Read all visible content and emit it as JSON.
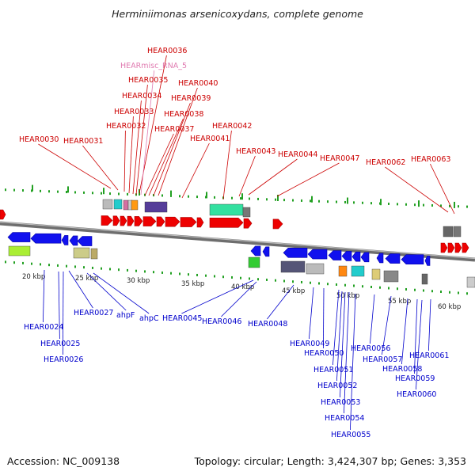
{
  "title": "Herminiimonas arsenicoxydans, complete genome",
  "accession": "Accession: NC_009138",
  "stats": "Topology: circular; Length: 3,424,307 bp; Genes: 3,353",
  "colors": {
    "top_label": "#cc0000",
    "rna_label": "#e07ab0",
    "bottom_label": "#0000cc",
    "forward_gene": "#ee0000",
    "reverse_gene": "#1111ee",
    "backbone": "#888888",
    "tick": "#22a022"
  },
  "scale_ticks": [
    {
      "label": "20 kbp",
      "kbp": 20
    },
    {
      "label": "25 kbp",
      "kbp": 25
    },
    {
      "label": "30 kbp",
      "kbp": 30
    },
    {
      "label": "35 kbp",
      "kbp": 35
    },
    {
      "label": "40 kbp",
      "kbp": 40
    },
    {
      "label": "45 kbp",
      "kbp": 45
    },
    {
      "label": "50 kbp",
      "kbp": 50
    },
    {
      "label": "55 kbp",
      "kbp": 55
    },
    {
      "label": "60 kbp",
      "kbp": 60
    }
  ],
  "top_labels": [
    "HEAR0036",
    "HEARmisc_RNA_5",
    "HEAR0035",
    "HEAR0040",
    "HEAR0034",
    "HEAR0039",
    "HEAR0033",
    "HEAR0038",
    "HEAR0032",
    "HEAR0037",
    "HEAR0042",
    "HEAR0030",
    "HEAR0031",
    "HEAR0041",
    "HEAR0043",
    "HEAR0044",
    "HEAR0047",
    "HEAR0062",
    "HEAR0063"
  ],
  "bottom_labels": [
    "HEAR0027",
    "ahpF",
    "ahpC",
    "HEAR0045",
    "HEAR0046",
    "HEAR0024",
    "HEAR0048",
    "HEAR0025",
    "HEAR0026",
    "HEAR0049",
    "HEAR0050",
    "HEAR0051",
    "HEAR0052",
    "HEAR0053",
    "HEAR0054",
    "HEAR0055",
    "HEAR0056",
    "HEAR0057",
    "HEAR0058",
    "HEAR0059",
    "HEAR0060",
    "HEAR0061"
  ]
}
